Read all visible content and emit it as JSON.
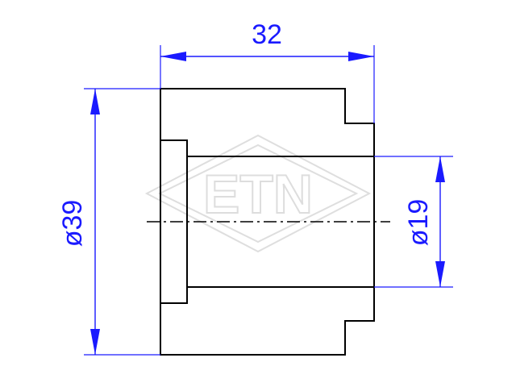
{
  "drawing": {
    "watermark": "ETN",
    "dimensions": {
      "length": "32",
      "outer_diameter": "ø39",
      "inner_diameter": "ø19"
    }
  },
  "colors": {
    "dimension": "#1a1aff",
    "part": "#000000",
    "watermark": "#c8c8c8"
  }
}
